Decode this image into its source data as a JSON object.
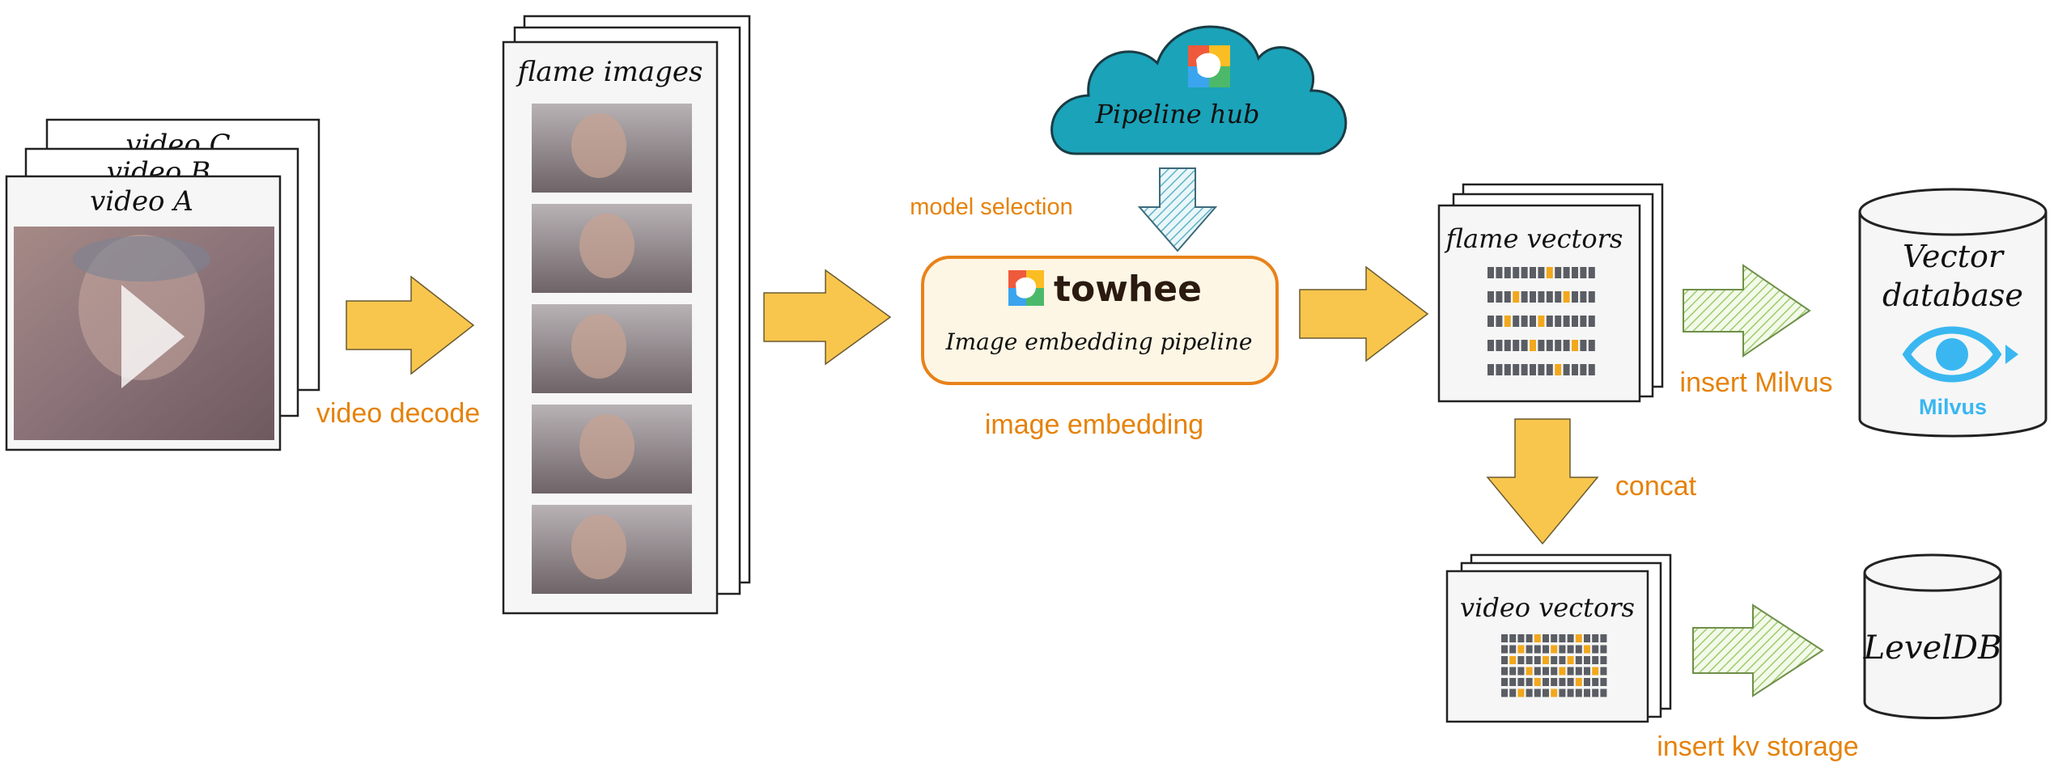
{
  "videos": {
    "labels": [
      "video C",
      "video B",
      "video A"
    ]
  },
  "steps": {
    "video_decode": "video decode",
    "model_selection": "model selection",
    "image_embedding": "image embedding",
    "insert_milvus": "insert Milvus",
    "concat": "concat",
    "insert_kv": "insert kv storage"
  },
  "flame_images": {
    "title": "flame images",
    "frame_count": 5
  },
  "hub": {
    "label": "Pipeline hub"
  },
  "towhee": {
    "brand": "towhee",
    "subtitle": "Image embedding pipeline"
  },
  "flame_vectors": {
    "title": "flame vectors"
  },
  "video_vectors": {
    "title": "video vectors"
  },
  "vector_db": {
    "line1": "Vector",
    "line2": "database",
    "brand": "Milvus"
  },
  "leveldb": {
    "label": "LevelDB"
  },
  "colors": {
    "orange": "#e5820a",
    "arrow_yellow": "#f8c64d",
    "cloud_teal": "#1ba3b9",
    "milvus_blue": "#3ab7f0",
    "vector_gray": "#5a5d63",
    "vector_highlight": "#f2a81d"
  },
  "icons": [
    "play-icon",
    "towhee-logo-icon",
    "milvus-eye-icon",
    "cloud-icon"
  ]
}
